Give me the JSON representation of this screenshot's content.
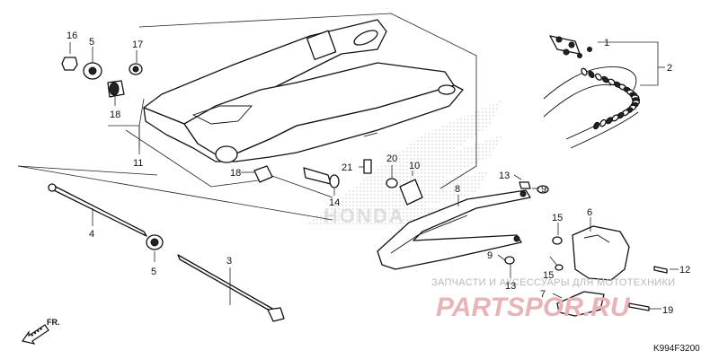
{
  "diagram": {
    "code": "K994F3200",
    "front_indicator": "FR.",
    "watermark_text": "ЗАПЧАСТИ И АКСЕССУАРЫ ДЛЯ МОТОТЕХНИКИ",
    "watermark_logo": "PARTSPOR.RU",
    "callouts": {
      "c1": "1",
      "c2": "2",
      "c3": "3",
      "c4": "4",
      "c5a": "5",
      "c5b": "5",
      "c6": "6",
      "c7": "7",
      "c8": "8",
      "c9a": "9",
      "c9b": "9",
      "c10": "10",
      "c11": "11",
      "c12": "12",
      "c13a": "13",
      "c13b": "13",
      "c14": "14",
      "c15a": "15",
      "c15b": "15",
      "c16": "16",
      "c17": "17",
      "c18a": "18",
      "c18b": "18",
      "c19": "19",
      "c20": "20",
      "c21": "21"
    }
  }
}
